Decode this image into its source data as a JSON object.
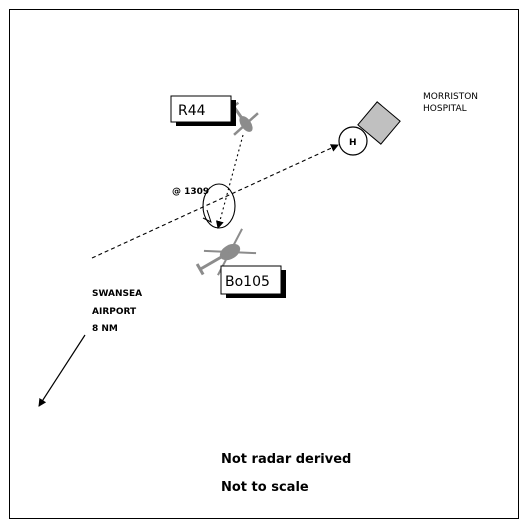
{
  "aircraft": {
    "r44": {
      "label": "R44"
    },
    "bo105": {
      "label": "Bo105"
    }
  },
  "hospital": {
    "line1": "MORRISTON",
    "line2": "HOSPITAL",
    "helipad_symbol": "H"
  },
  "airport": {
    "line1": "SWANSEA",
    "line2": "AIRPORT",
    "line3": "8 NM"
  },
  "time_marker": "@ 1309",
  "notes": {
    "line1": "Not radar derived",
    "line2": "Not to scale"
  },
  "colors": {
    "aircraft_gray": "#8c8c8c",
    "hospital_fill": "#c0c0c0",
    "ink": "#000000",
    "shadow": "#000000"
  }
}
